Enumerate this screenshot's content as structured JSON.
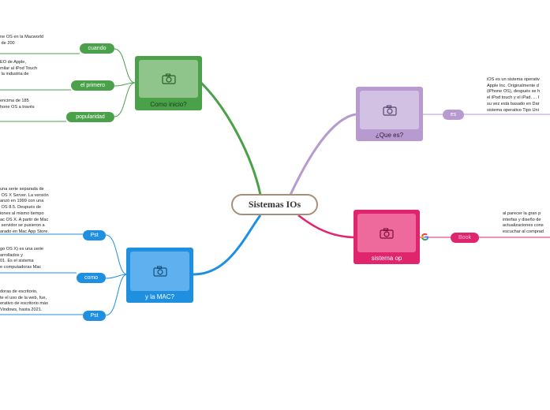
{
  "central": "Sistemas IOs",
  "branches": {
    "como_inicio": {
      "title": "Como inicio?",
      "color": "#4aa14a",
      "children": [
        {
          "label": "cuando",
          "text": "ne OS en la Macworld\n de 200"
        },
        {
          "label": "el primero",
          "text": "EO de Apple,\nmilar al iPod Touch\n la industria de"
        },
        {
          "label": "popularidad",
          "text": "encima de 185\nhone OS a través"
        }
      ]
    },
    "que_es": {
      "title": "¿Que es?",
      "color": "#b79bd0",
      "children": [
        {
          "label": "es",
          "text": "iOS es un sistema operativ\nApple Inc. Originalmente d\n(iPhone OS), después se h\nel iPod touch y el iPad. ... I\nsu vez está basado en Dar\nsistema operativo Tipo Uni"
        }
      ]
    },
    "y_la_mac": {
      "title": "y la MAC?",
      "color": "#1f8fe0",
      "children": [
        {
          "label": "Pst",
          "text": "una serie separada de\n OS X Server. La versión\nanzó en 1999 con una\n OS 8.5. Después de\niones al mismo tiempo\nac OS X. A partir de Mac\n servidor se pusieron a\narado en Mac App Store."
        },
        {
          "label": "como",
          "text": "go OS X) es una serie\narrollados y\n01. Es el sistema\ne computadoras Mac"
        },
        {
          "label": "Pst",
          "text": "doras de escritorio,\nte el uso de la web, fue,\nerativo de escritorio más\nVindows, hasta 2021."
        }
      ]
    },
    "sistema_op": {
      "title": "sistema op",
      "color": "#e0246d",
      "children": [
        {
          "label": "Book",
          "text": "al parecer la gran p\ninterfas y diseño de\nactualizaciones cons\nescuchar al comprad"
        }
      ]
    }
  }
}
